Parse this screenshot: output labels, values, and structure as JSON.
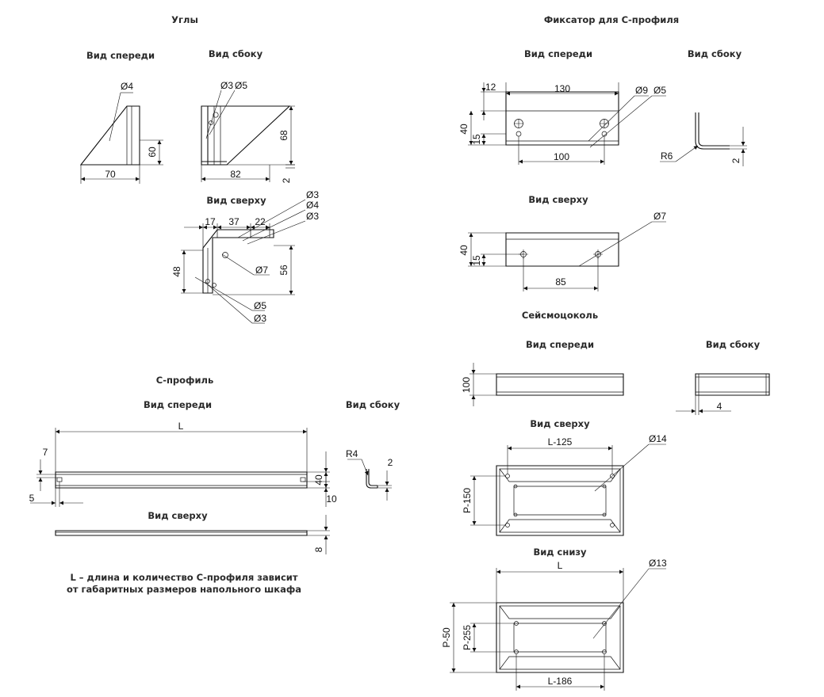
{
  "sections": {
    "corners": {
      "title": "Углы",
      "front_view": "Вид спереди",
      "side_view": "Вид сбоку",
      "top_view": "Вид сверху",
      "dims": {
        "front_hole": "Ø4",
        "front_height": "60",
        "front_width": "70",
        "side_hole_a": "Ø3",
        "side_hole_b": "Ø5",
        "side_height": "68",
        "side_width": "82",
        "side_thk": "2",
        "top_17": "17",
        "top_37": "37",
        "top_22": "22",
        "top_h3_a": "Ø3",
        "top_h4": "Ø4",
        "top_h3_b": "Ø3",
        "top_h7": "Ø7",
        "top_48": "48",
        "top_56": "56",
        "top_h5": "Ø5",
        "top_h3_c": "Ø3"
      }
    },
    "clamp": {
      "title": "Фиксатор для С-профиля",
      "front_view": "Вид спереди",
      "side_view": "Вид сбоку",
      "top_view": "Вид сверху",
      "dims": {
        "f12": "12",
        "f130": "130",
        "f_h9": "Ø9",
        "f_h5": "Ø5",
        "f40": "40",
        "f15": "15",
        "f100": "100",
        "s_r6": "R6",
        "s2": "2",
        "t_h7": "Ø7",
        "t40": "40",
        "t15": "15",
        "t85": "85"
      }
    },
    "plinth": {
      "title": "Сейсмоцоколь",
      "front_view": "Вид спереди",
      "side_view": "Вид сбоку",
      "top_view": "Вид сверху",
      "bottom_view": "Вид снизу",
      "dims": {
        "f100": "100",
        "s4": "4",
        "t_l125": "L-125",
        "t_h14": "Ø14",
        "t_p150": "P-150",
        "b_l": "L",
        "b_h13": "Ø13",
        "b_p50": "P-50",
        "b_p255": "P-255",
        "b_l186": "L-186"
      }
    },
    "c_profile": {
      "title": "С-профиль",
      "front_view": "Вид спереди",
      "side_view": "Вид сбоку",
      "top_view": "Вид сверху",
      "dims": {
        "len": "L",
        "d7": "7",
        "d5": "5",
        "d40": "40",
        "d10": "10",
        "r4": "R4",
        "d2": "2",
        "d8": "8"
      }
    }
  },
  "note": {
    "line1": "L – длина и количество С-профиля зависит",
    "line2": "от габаритных размеров напольного шкафа"
  }
}
